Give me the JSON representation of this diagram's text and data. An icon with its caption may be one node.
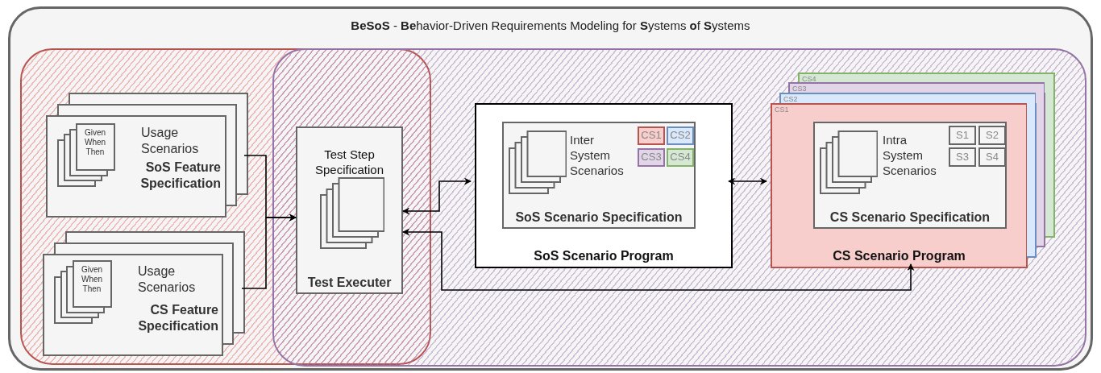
{
  "diagram": {
    "nodes": [
      {
        "text": [
          "**BeSoS** - **Be**havior-Driven Requirements Modeling for **S**ystems **o**f **S**ystems"
        ]
      },
      {
        "text": [],
        "shape": "box",
        "in": 0
      },
      {
        "text": [],
        "shape": "box",
        "in": 0
      },
      {
        "text": [
          "Usage Scenarios",
          "SoS Feature Specification"
        ],
        "in": 1
      },
      {
        "text": [
          "Given When Then"
        ],
        "in": 3
      },
      {
        "text": [
          "Usage Scenarios",
          "CS Feature Specification"
        ],
        "in": 1
      },
      {
        "text": [
          "Given When Then"
        ],
        "in": 5
      },
      {
        "text": [
          "Test Step Specification",
          "Test Executer"
        ]
      },
      {
        "text": [
          "SoS Scenario Program"
        ],
        "in": 2
      },
      {
        "text": [
          "Inter System Scenarios",
          "SoS Scenario Specification"
        ],
        "in": 8
      },
      {
        "text": [
          "CS1"
        ],
        "in": 9
      },
      {
        "text": [
          "CS2"
        ],
        "in": 9
      },
      {
        "text": [
          "CS3"
        ],
        "in": 9
      },
      {
        "text": [
          "CS4"
        ],
        "in": 9
      },
      {
        "text": [
          "CS4"
        ],
        "in": 2
      },
      {
        "text": [
          "CS3"
        ],
        "in": 2
      },
      {
        "text": [
          "CS2"
        ],
        "in": 2
      },
      {
        "text": [
          "CS1",
          "CS Scenario Program"
        ],
        "in": 2
      },
      {
        "text": [
          "Intra System Scenarios",
          "CS Scenario Specification"
        ],
        "in": 17
      },
      {
        "text": [
          "S1"
        ],
        "in": 18
      },
      {
        "text": [
          "S2"
        ],
        "in": 18
      },
      {
        "text": [
          "S3"
        ],
        "in": 18
      },
      {
        "text": [
          "S4"
        ],
        "in": 18
      }
    ],
    "edges": [
      {
        "from": 3,
        "to": 7,
        "arrow": "to"
      },
      {
        "from": 5,
        "to": 7,
        "arrow": "to"
      },
      {
        "from": 8,
        "to": 7,
        "arrow": "both"
      },
      {
        "from": 8,
        "to": 17,
        "arrow": "both"
      },
      {
        "from": 17,
        "to": 7,
        "arrow": "both"
      }
    ]
  }
}
